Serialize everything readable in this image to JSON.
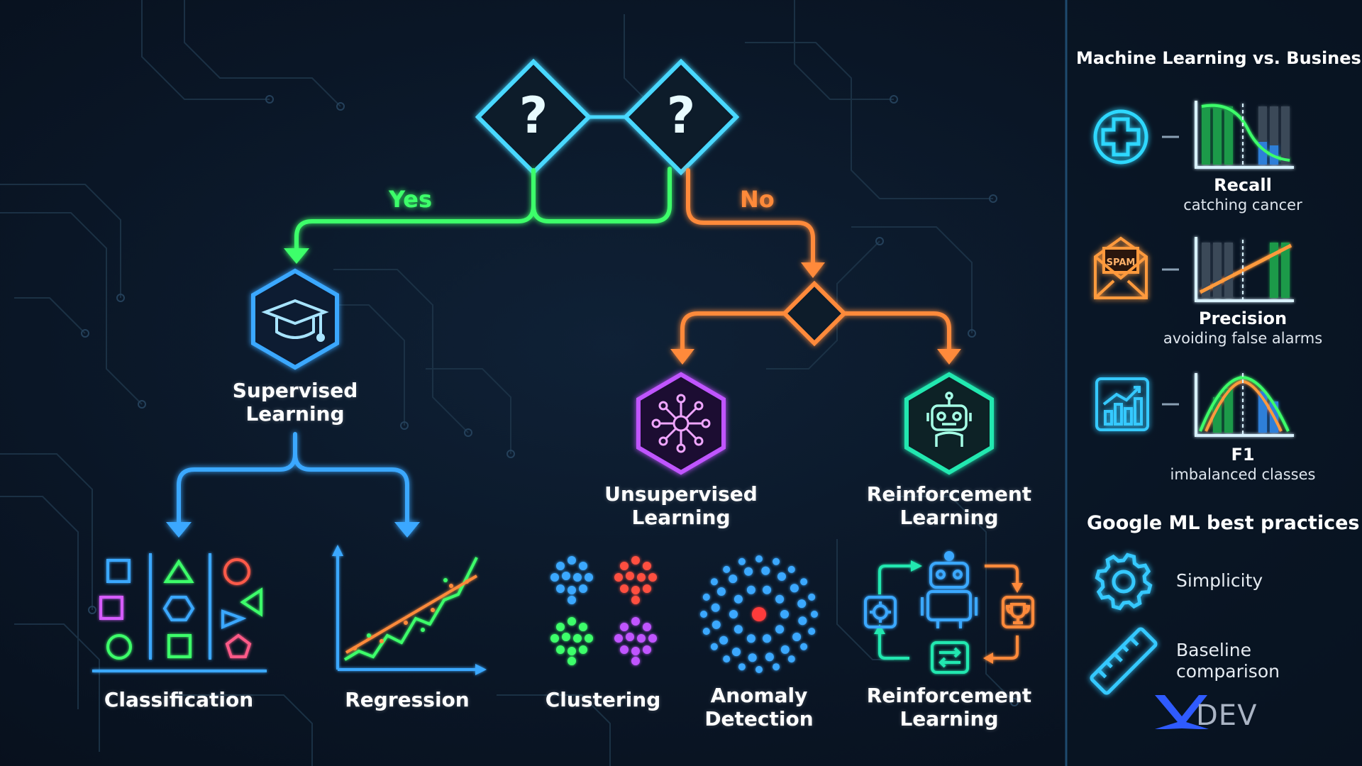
{
  "decision": {
    "yes_label": "Yes",
    "no_label": "No"
  },
  "supervised": {
    "title_line1": "Supervised",
    "title_line2": "Learning",
    "children": [
      "Classification",
      "Regression"
    ]
  },
  "unsupervised": {
    "title_line1": "Unsupervised",
    "title_line2": "Learning",
    "children": [
      "Clustering",
      "Anomaly",
      "Detection"
    ]
  },
  "reinforcement": {
    "title_line1": "Reinforcement",
    "title_line2": "Learning",
    "child_line1": "Reinforcement",
    "child_line2": "Learning"
  },
  "sidebar": {
    "title": "Machine Learning vs. Business",
    "metrics": [
      {
        "name": "Recall",
        "desc": "catching cancer",
        "icon": "medical-cross-icon",
        "color": "#2fd8ff"
      },
      {
        "name": "Precision",
        "desc": "avoiding false alarms",
        "icon": "spam-envelope-icon",
        "color": "#ff9a3c",
        "icon_text": "SPAM"
      },
      {
        "name": "F1",
        "desc": "imbalanced classes",
        "icon": "growth-chart-icon",
        "color": "#35c9ff"
      }
    ],
    "best_practices_title": "Google ML best practices",
    "best_practices": [
      {
        "line1": "Simplicity",
        "line2": "",
        "icon": "gear-icon"
      },
      {
        "line1": "Baseline",
        "line2": "comparison",
        "icon": "ruler-icon"
      }
    ],
    "brand": {
      "mark": "X",
      "text": "DEV"
    }
  },
  "colors": {
    "yes": "#3dff6a",
    "no": "#ff8a3a",
    "supervised": "#3aa8ff",
    "unsupervised": "#c054ff",
    "reinforcement": "#22e8b0",
    "diamond": "#48d8ff"
  }
}
